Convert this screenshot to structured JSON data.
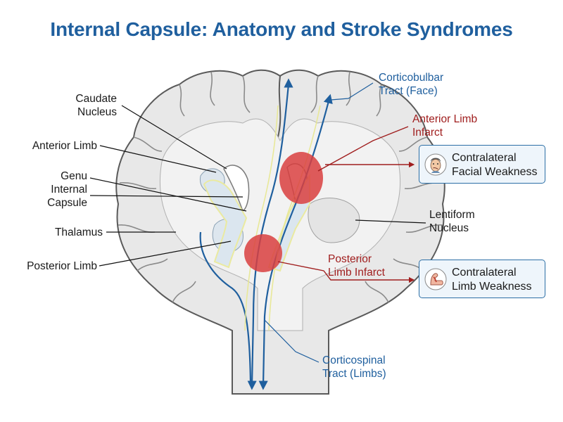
{
  "title": "Internal Capsule: Anatomy and Stroke Syndromes",
  "labels": {
    "caudate_nucleus": "Caudate\nNucleus",
    "anterior_limb": "Anterior Limb",
    "genu_internal_capsule": "Genu\nInternal\nCapsule",
    "thalamus": "Thalamus",
    "posterior_limb": "Posterior Limb",
    "corticobulbar_tract": "Corticobulbar\nTract (Face)",
    "anterior_limb_infarct": "Anterior Limb\nInfarct",
    "lentiform_nucleus": "Lentiform\nNucleus",
    "posterior_limb_infarct": "Posterior\nLimb Infarct",
    "corticospinal_tract": "Corticospinal\nTract (Limbs)"
  },
  "syndromes": {
    "facial": "Contralateral\nFacial Weakness",
    "limb": "Contralateral\nLimb Weakness"
  },
  "icons": {
    "facial": "face-icon",
    "limb": "arm-icon"
  },
  "colors": {
    "title": "#1f5f9e",
    "tract": "#1f5f9e",
    "infarct": "#d94040",
    "infarct_text": "#a01e1e",
    "brain_fill": "#e8e8e8",
    "capsule_fill": "#d6e3ee"
  }
}
